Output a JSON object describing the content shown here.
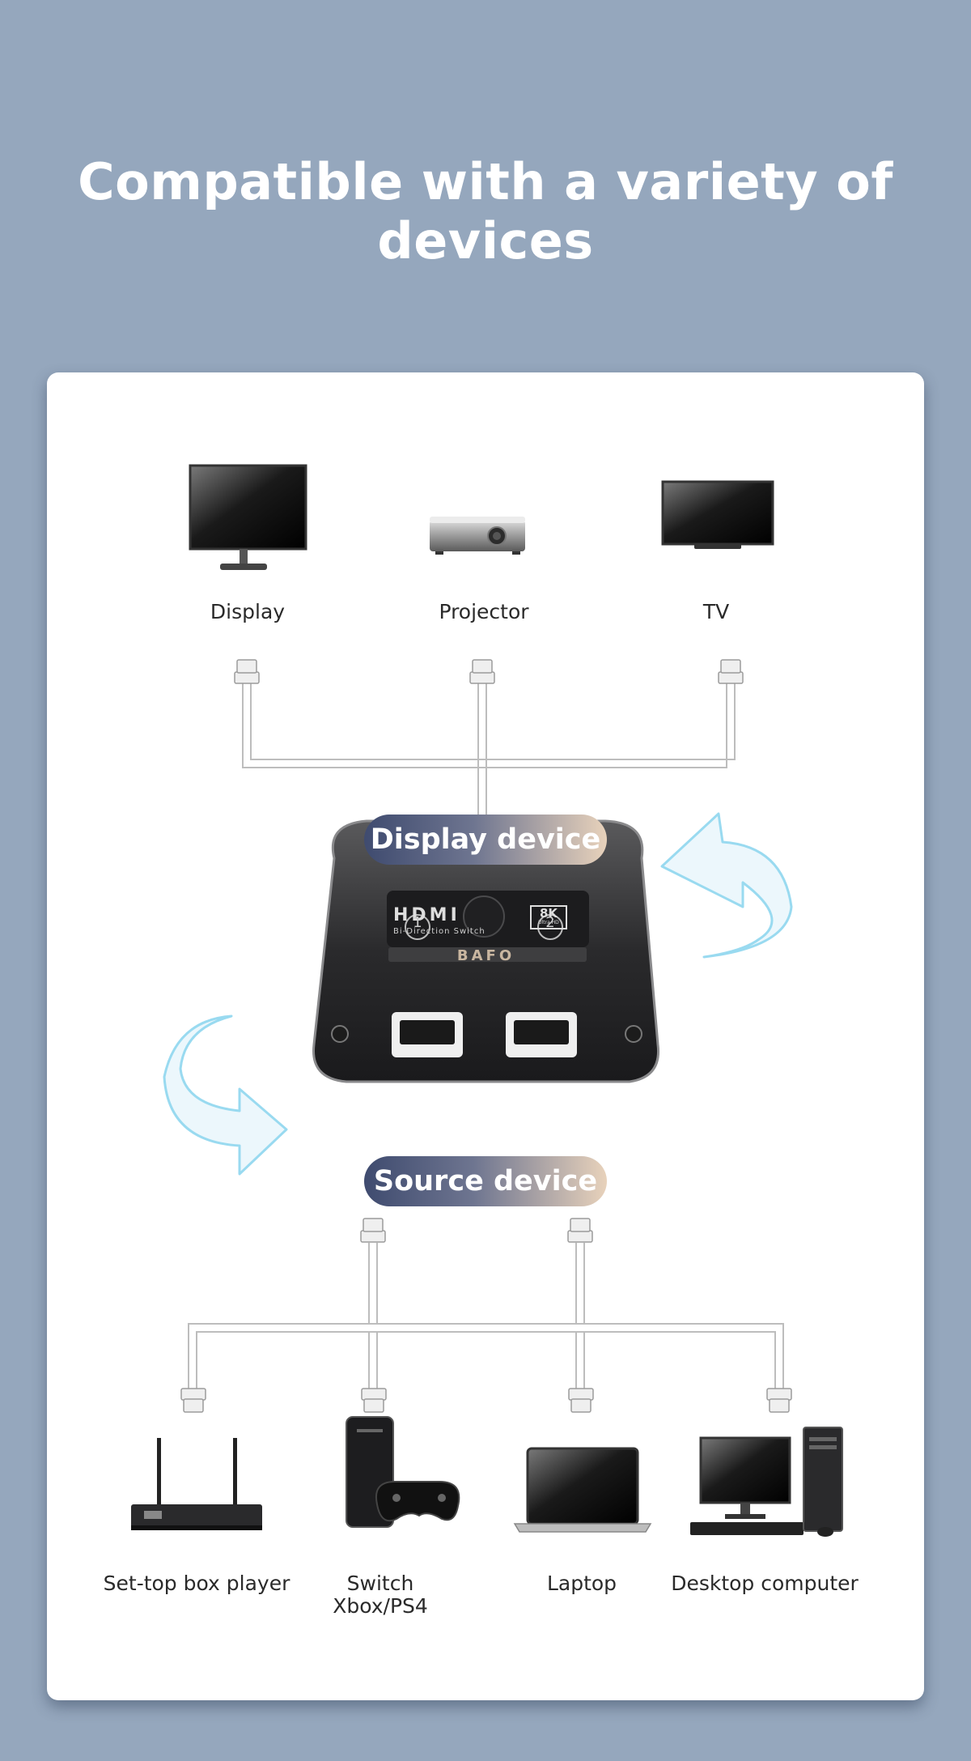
{
  "headline": "Compatible with a variety of devices",
  "displays": [
    {
      "label": "Display",
      "icon": "monitor-icon"
    },
    {
      "label": "Projector",
      "icon": "projector-icon"
    },
    {
      "label": "TV",
      "icon": "tv-icon"
    }
  ],
  "display_pill": "Display device",
  "source_pill": "Source device",
  "switcher": {
    "brand_logo": "HDMI",
    "badge": "8K",
    "badge_sub": "Ultra HD",
    "subtitle": "Bi-Direction Switch",
    "maker": "BAFO",
    "port1": "1",
    "port2": "2"
  },
  "sources": [
    {
      "label": "Set-top box player",
      "icon": "router-icon"
    },
    {
      "label_line1": "Switch",
      "label_line2": "Xbox/PS4",
      "icon": "game-console-icon"
    },
    {
      "label": "Laptop",
      "icon": "laptop-icon"
    },
    {
      "label": "Desktop computer",
      "icon": "desktop-computer-icon"
    }
  ],
  "colors": {
    "background": "#95a7bd",
    "panel": "#ffffff",
    "pill_start": "#3f4b6f",
    "pill_end": "#e8d2bb",
    "arrow": "#8fd6ef"
  }
}
